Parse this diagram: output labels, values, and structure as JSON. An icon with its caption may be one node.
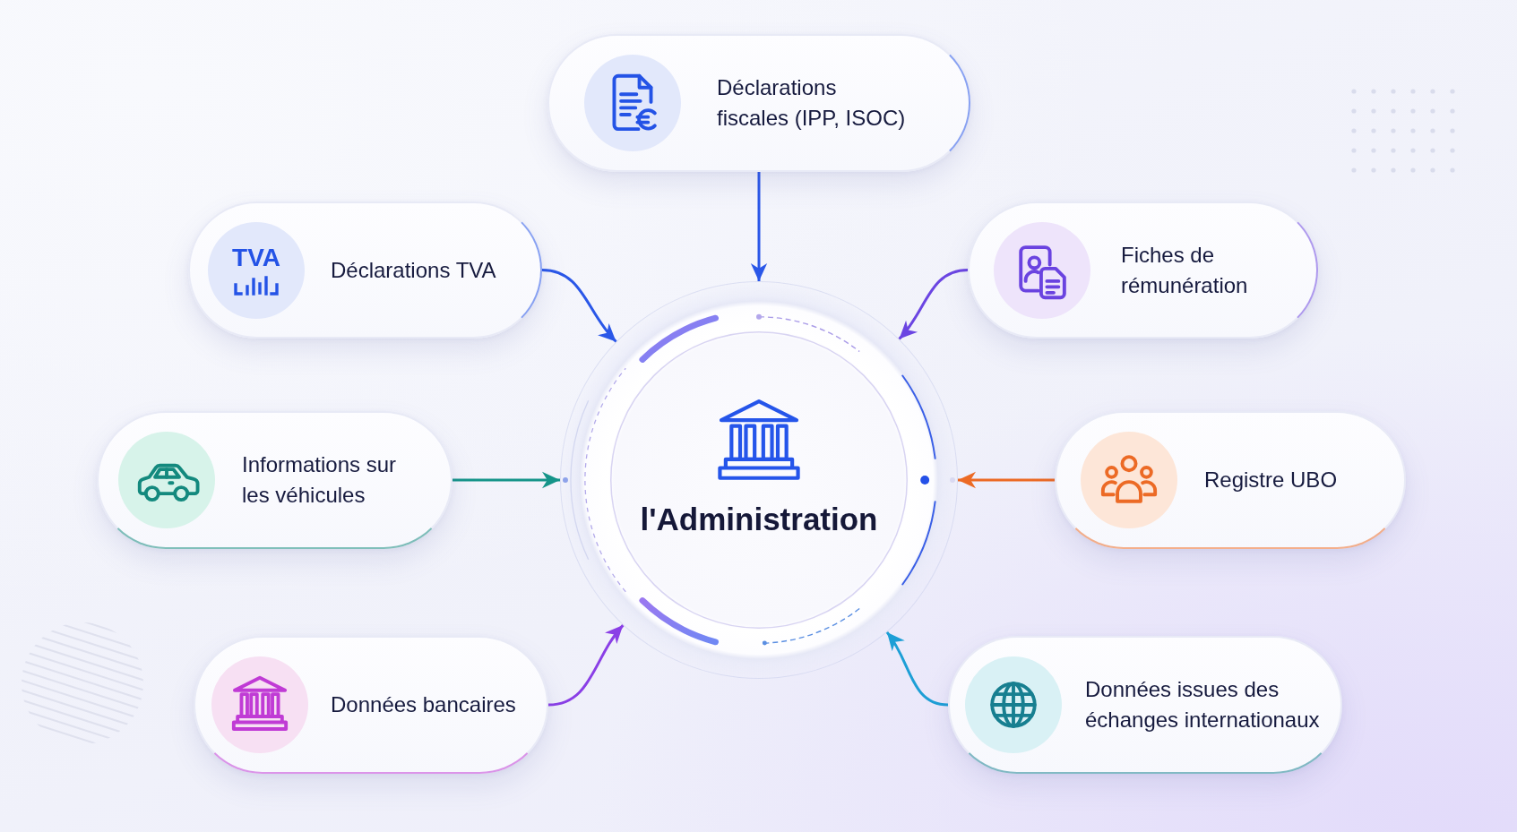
{
  "diagram": {
    "nodes": [
      {
        "text": [
          "Déclarations fiscales (IPP, ISOC)"
        ]
      },
      {
        "text": [
          "TVA",
          "Déclarations TVA"
        ]
      },
      {
        "text": [
          "Fiches de rémunération"
        ]
      },
      {
        "text": [
          "Informations sur les véhicules"
        ]
      },
      {
        "text": [
          "l'Administration"
        ]
      },
      {
        "text": [
          "Registre UBO"
        ]
      },
      {
        "text": [
          "Données bancaires"
        ]
      },
      {
        "text": [
          "Données issues des échanges internationaux"
        ]
      }
    ],
    "edges": [
      {
        "from": 0,
        "to": 4,
        "arrow": "to"
      },
      {
        "from": 1,
        "to": 4,
        "arrow": "to"
      },
      {
        "from": 2,
        "to": 4,
        "arrow": "to",
        "color": "#6b45e2"
      },
      {
        "from": 3,
        "to": 4,
        "arrow": "to",
        "color": "#159489"
      },
      {
        "from": 5,
        "to": 4,
        "arrow": "to",
        "color": "#ec6a24"
      },
      {
        "from": 6,
        "to": 4,
        "arrow": "to",
        "color": "#8a3fe6"
      },
      {
        "from": 7,
        "to": 4,
        "arrow": "to",
        "color": "#1d9fd6"
      }
    ]
  }
}
